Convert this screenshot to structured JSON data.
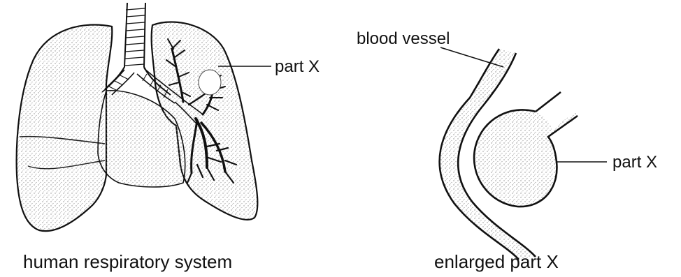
{
  "left_panel": {
    "caption": "human respiratory system",
    "label_part_x": "part X"
  },
  "right_panel": {
    "caption": "enlarged part X",
    "label_blood_vessel": "blood vessel",
    "label_part_x": "part X"
  },
  "colors": {
    "line": "#111111",
    "stipple": "#8a8a8a",
    "background": "#ffffff"
  }
}
